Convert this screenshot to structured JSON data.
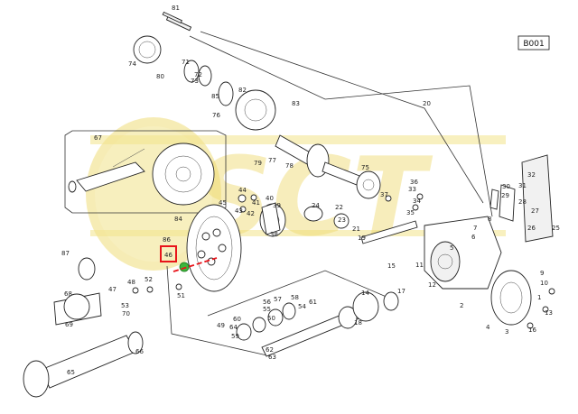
{
  "diagram": {
    "code": "B001",
    "watermark": "SCT",
    "highlighted_part": "46",
    "labels": {
      "l1": "1",
      "l2": "2",
      "l3": "3",
      "l4": "4",
      "l5": "5",
      "l6": "6",
      "l7": "7",
      "l8": "8",
      "l9": "9",
      "l10": "10",
      "l11": "11",
      "l12": "12",
      "l13": "13",
      "l14": "14",
      "l15": "15",
      "l16": "16",
      "l17": "17",
      "l18": "18",
      "l19": "19",
      "l20": "20",
      "l21": "21",
      "l22": "22",
      "l23": "23",
      "l24": "24",
      "l25": "25",
      "l26": "26",
      "l27": "27",
      "l28": "28",
      "l29": "29",
      "l30": "30",
      "l31": "31",
      "l32": "32",
      "l33": "33",
      "l34": "34",
      "l35": "35",
      "l36": "36",
      "l37": "37",
      "l38": "38",
      "l39": "39",
      "l40": "40",
      "l41": "41",
      "l42": "42",
      "l43": "43",
      "l44": "44",
      "l45": "45",
      "l46": "46",
      "l47": "47",
      "l48": "48",
      "l49": "49",
      "l50": "50",
      "l51": "51",
      "l52": "52",
      "l53": "53",
      "l54": "54",
      "l55": "55",
      "l56": "56",
      "l57": "57",
      "l58": "58",
      "l59": "59",
      "l60": "60",
      "l61": "61",
      "l62": "62",
      "l63": "63",
      "l64": "64",
      "l65": "65",
      "l66": "66",
      "l67": "67",
      "l68": "68",
      "l69": "69",
      "l70": "70",
      "l71": "71",
      "l72": "72",
      "l73": "73",
      "l74": "74",
      "l75": "75",
      "l76": "76",
      "l77": "77",
      "l78": "78",
      "l79": "79",
      "l80": "80",
      "l81": "81",
      "l82": "82",
      "l83": "83",
      "l84": "84",
      "l85": "85",
      "l86": "86",
      "l87": "87"
    }
  },
  "colors": {
    "highlight_box": "#e8141a",
    "highlight_part": "#3cb63c",
    "watermark": "#efd96a"
  }
}
